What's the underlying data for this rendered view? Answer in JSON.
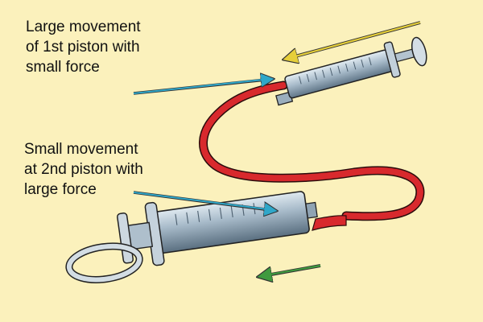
{
  "labels": {
    "first_piston": "Large movement\nof 1st piston with\nsmall force",
    "second_piston": "Small movement\nat 2nd piston with\nlarge force"
  },
  "arrows": {
    "first_piston_direction": {
      "meaning": "plunger pushed in",
      "color": "#e6cf3a"
    },
    "second_piston_direction": {
      "meaning": "plunger pushed out",
      "color": "#3f9a3f"
    },
    "pointer_color": "#2fa7c9"
  },
  "colors": {
    "background": "#fbf1bc",
    "tube": "#d8292d",
    "syringe_barrel": "#a9bccb",
    "syringe_dark": "#6f8596"
  }
}
